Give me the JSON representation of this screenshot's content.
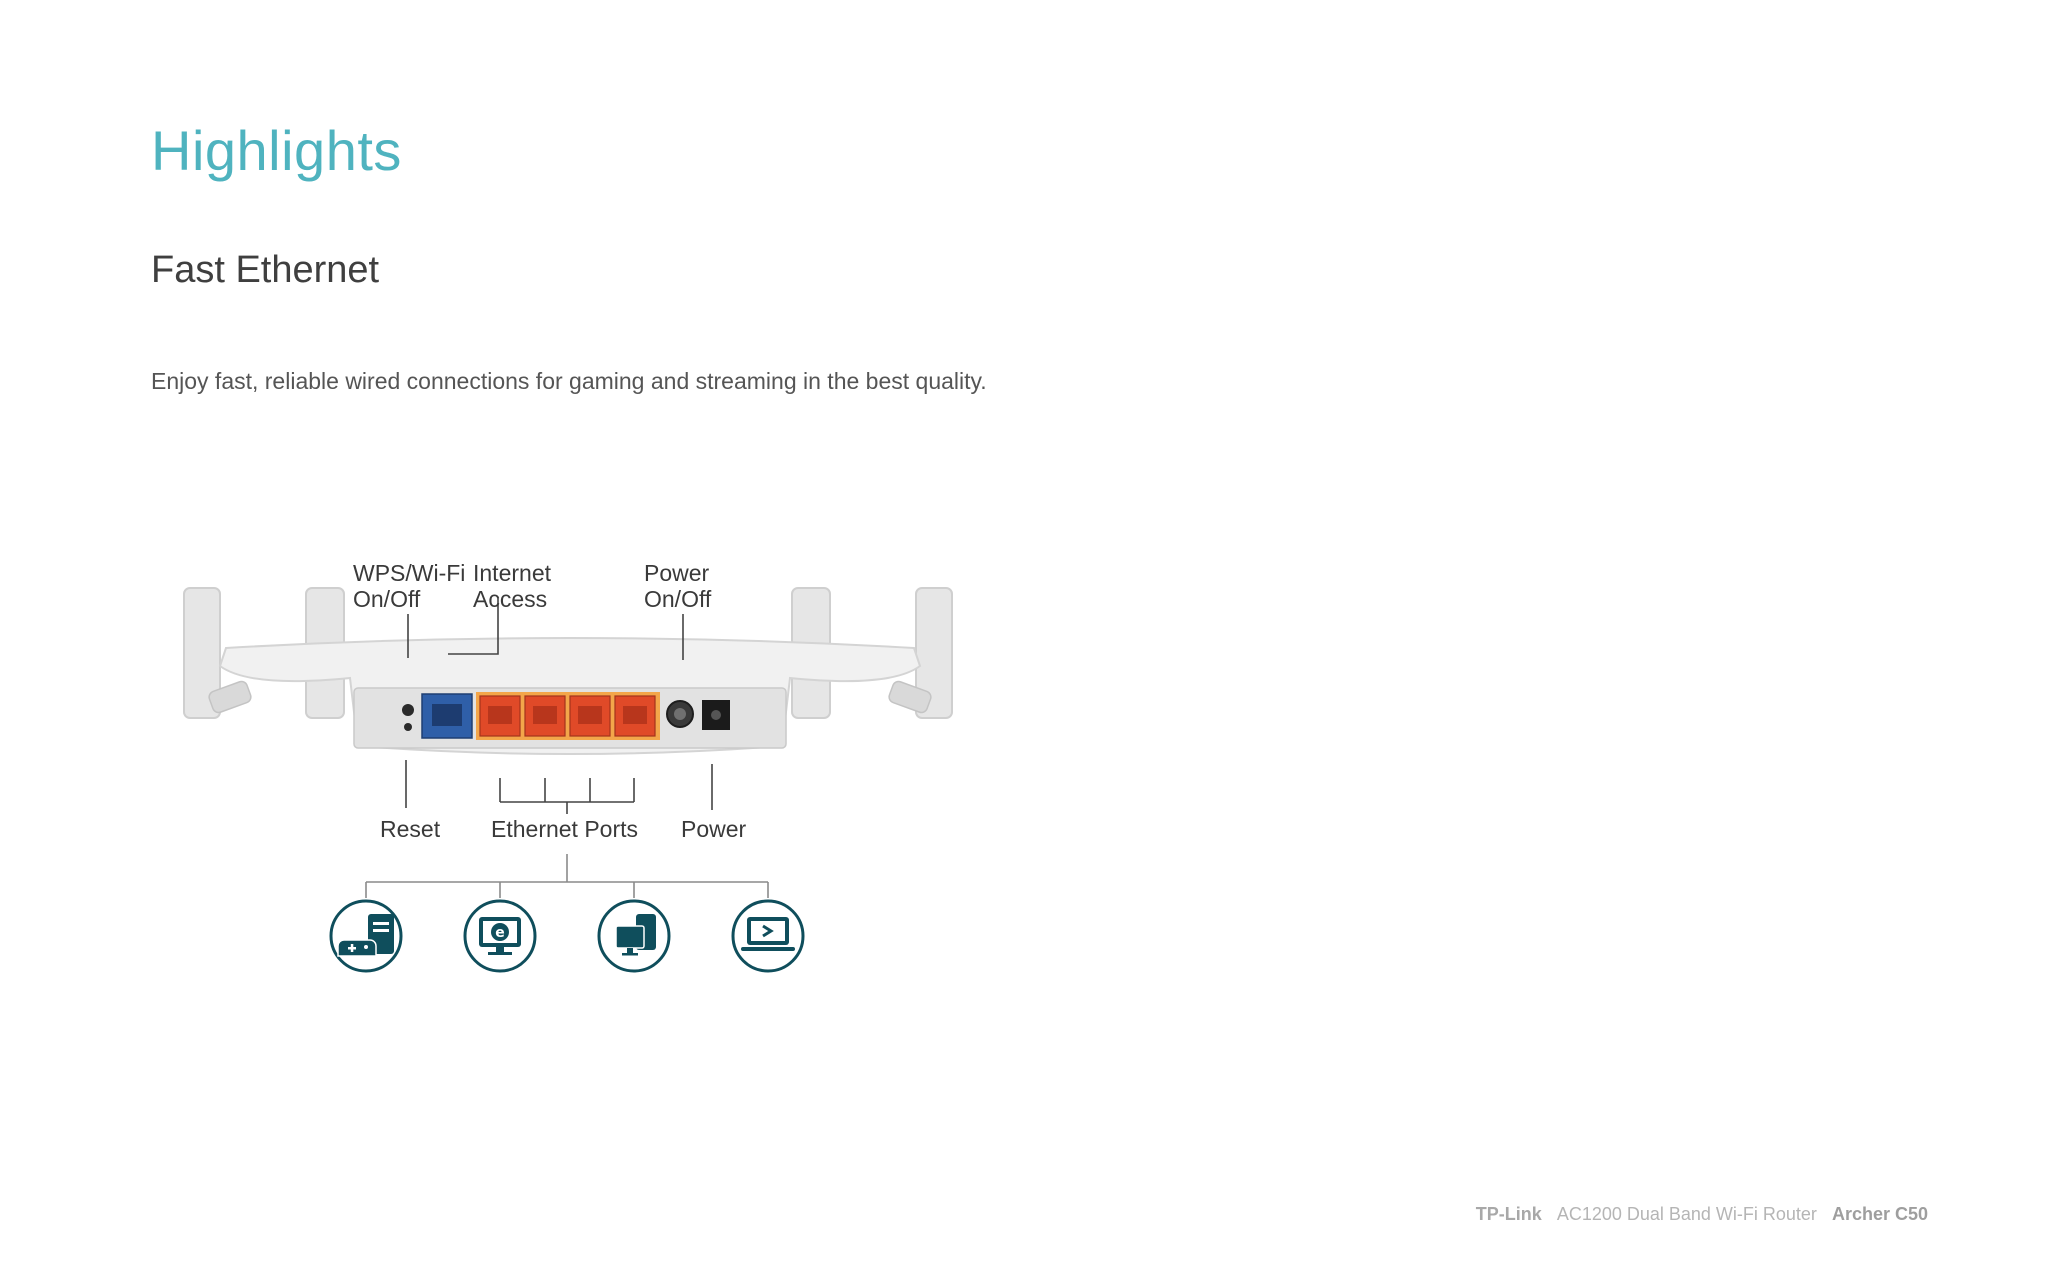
{
  "page": {
    "heading": "Highlights",
    "section_title": "Fast Ethernet",
    "description": "Enjoy fast, reliable wired connections for gaming and streaming in the best quality."
  },
  "diagram": {
    "callouts": {
      "wps_line1": "WPS/Wi-Fi",
      "wps_line2": "On/Off",
      "internet_line1": "Internet",
      "internet_line2": "Access",
      "power_switch_line1": "Power",
      "power_switch_line2": "On/Off",
      "reset": "Reset",
      "ethernet_ports": "Ethernet Ports",
      "power": "Power"
    },
    "devices": [
      {
        "icon": "game-console-icon"
      },
      {
        "icon": "internet-tv-icon"
      },
      {
        "icon": "desktop-computer-icon"
      },
      {
        "icon": "laptop-streaming-icon"
      }
    ],
    "colors": {
      "wan_port": "#2f5fa8",
      "lan_ports": "#e8692a",
      "lan_panel": "#f3a64a",
      "device_icons": "#0f4e5c",
      "router_body": "#eeeeee"
    }
  },
  "footer": {
    "brand": "TP-Link",
    "product": "AC1200 Dual Band Wi-Fi Router",
    "model": "Archer C50"
  }
}
